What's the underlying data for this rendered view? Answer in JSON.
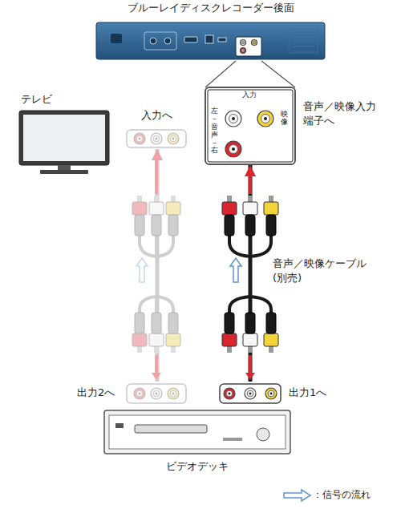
{
  "diagram": {
    "nodes": [
      {
        "text": [
          "ブルーレイディスクレコーダー後面"
        ]
      },
      {
        "text": [
          "入力",
          "左－音声－右",
          "映像"
        ]
      },
      {
        "text": [
          "テレビ"
        ]
      },
      {
        "text": [
          "入力へ"
        ]
      },
      {
        "text": [
          "出力2へ"
        ]
      },
      {
        "text": [
          "出力1へ"
        ]
      },
      {
        "text": [
          "ビデオデッキ"
        ]
      }
    ],
    "edges": [
      {
        "from": 5,
        "to": 1,
        "arrow": "to",
        "label": "音声／映像ケーブル (別売)"
      },
      {
        "from": 4,
        "to": 3,
        "arrow": "to"
      },
      {
        "from": 1,
        "to": 0,
        "arrow": "none"
      }
    ],
    "labels": [
      "音声／映像入力 端子へ"
    ],
    "legend": [
      {
        "text": "：信号の流れ"
      }
    ]
  }
}
